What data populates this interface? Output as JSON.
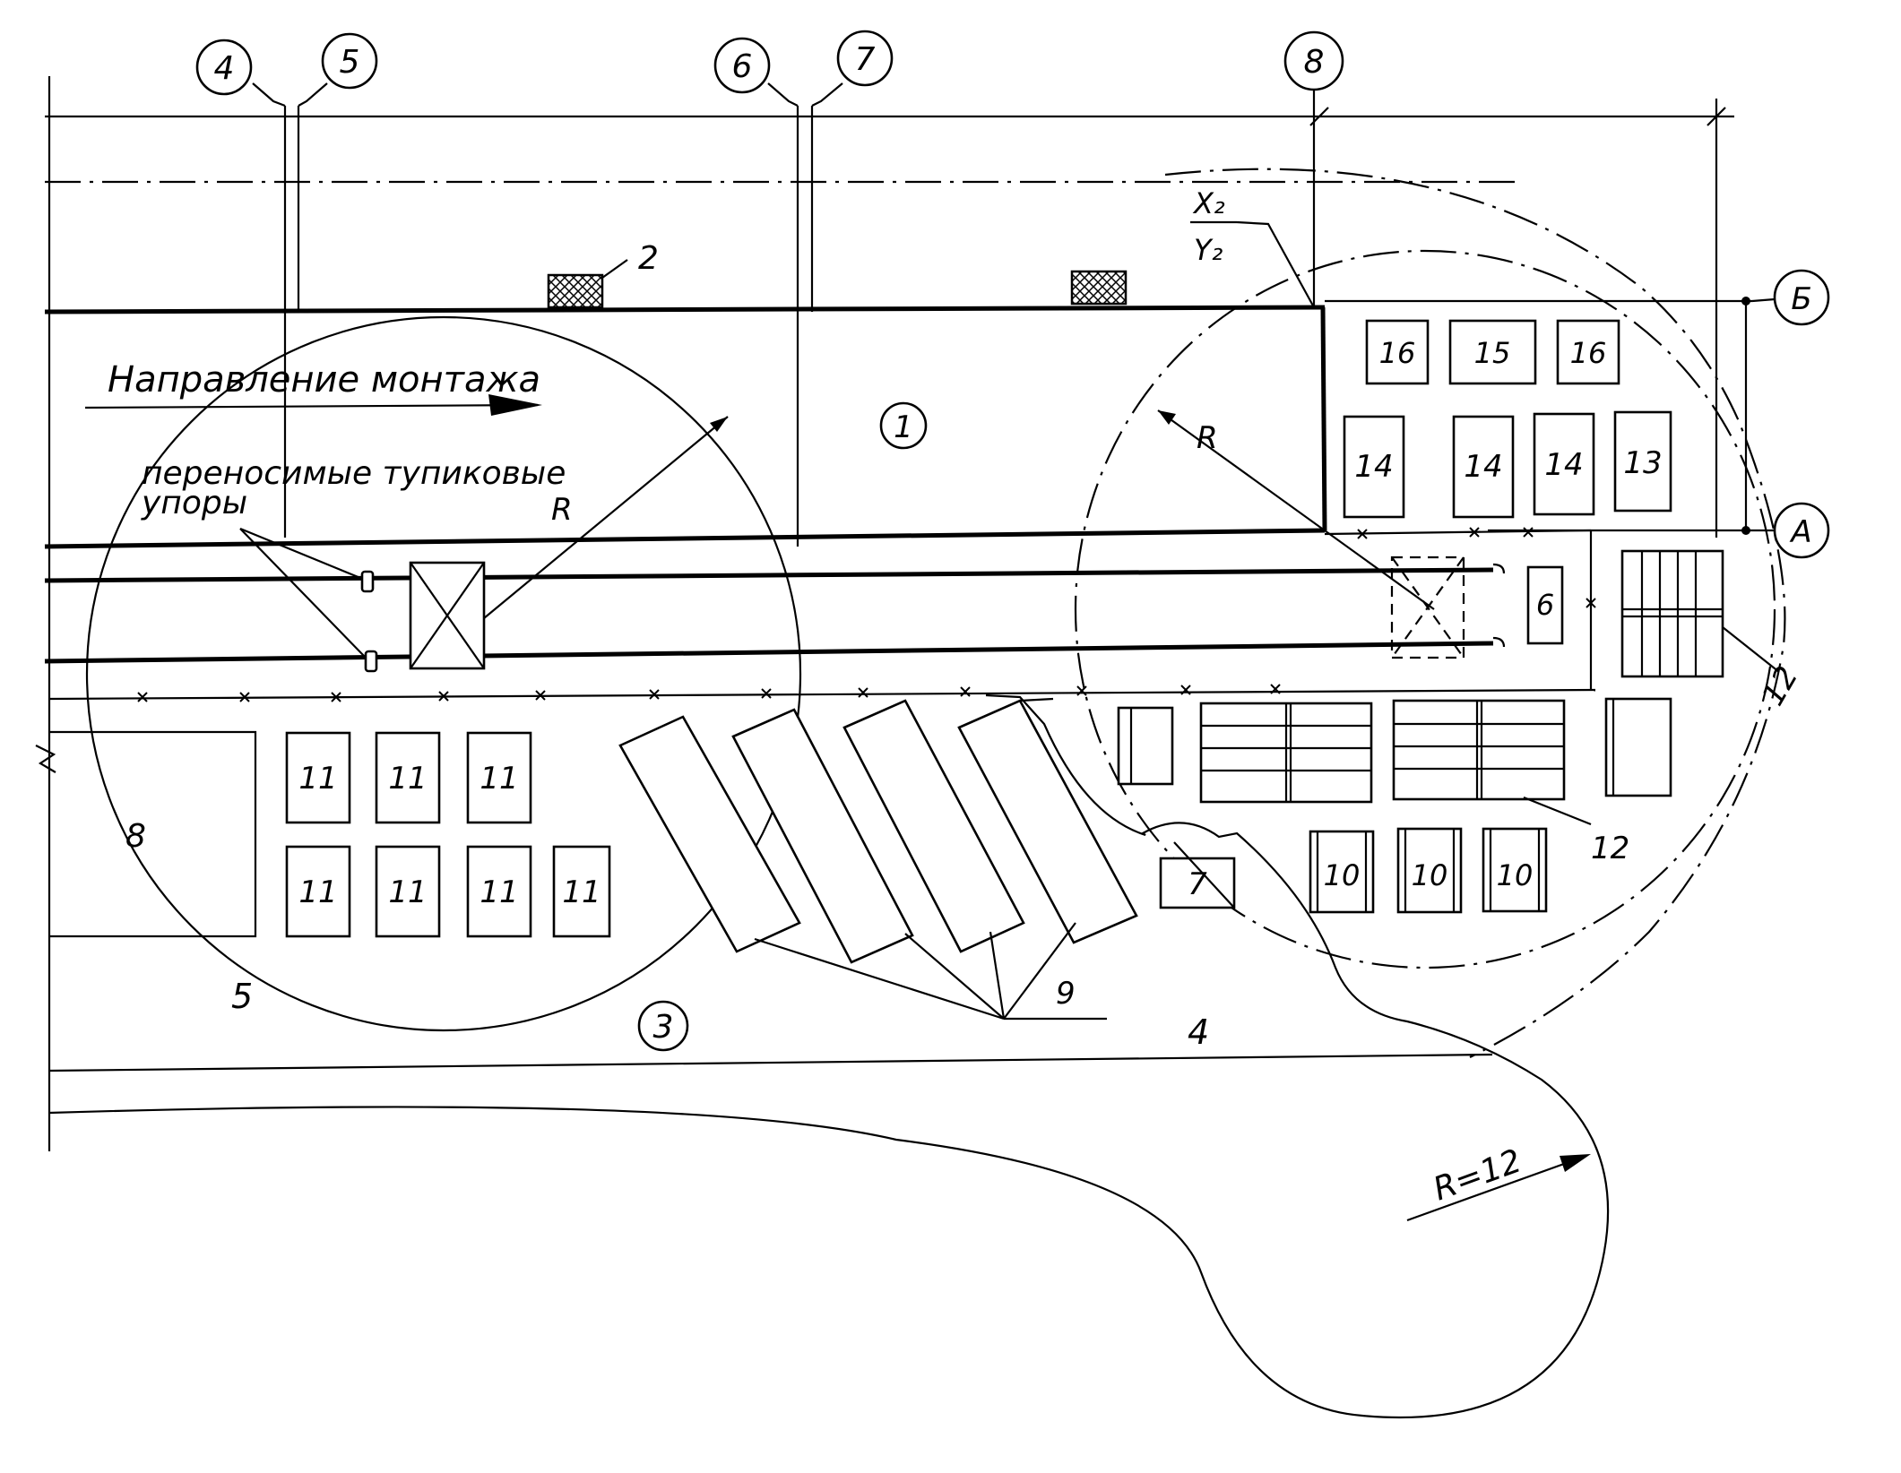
{
  "axes": [
    {
      "id": "4",
      "label": "4"
    },
    {
      "id": "5",
      "label": "5"
    },
    {
      "id": "6",
      "label": "6"
    },
    {
      "id": "7",
      "label": "7"
    },
    {
      "id": "8",
      "label": "8"
    },
    {
      "id": "B",
      "label": "Б"
    },
    {
      "id": "A",
      "label": "А"
    }
  ],
  "labels": {
    "direction": "Направление монтажа",
    "stops_line1": "переносимые тупиковые",
    "stops_line2": "упоры",
    "radius": "R",
    "radius_right": "R",
    "radius_12": "R=12",
    "coord_x": "X₂",
    "coord_y": "Y₂",
    "zone_1": "1",
    "zone_3": "3",
    "n2": "2",
    "n4": "4",
    "n5": "5",
    "n6": "6",
    "n7": "7",
    "n8": "8",
    "n9": "9",
    "n10": "10",
    "n11": "11",
    "n12": "12",
    "n13": "13",
    "n14": "14",
    "n15": "15",
    "n16": "16"
  }
}
